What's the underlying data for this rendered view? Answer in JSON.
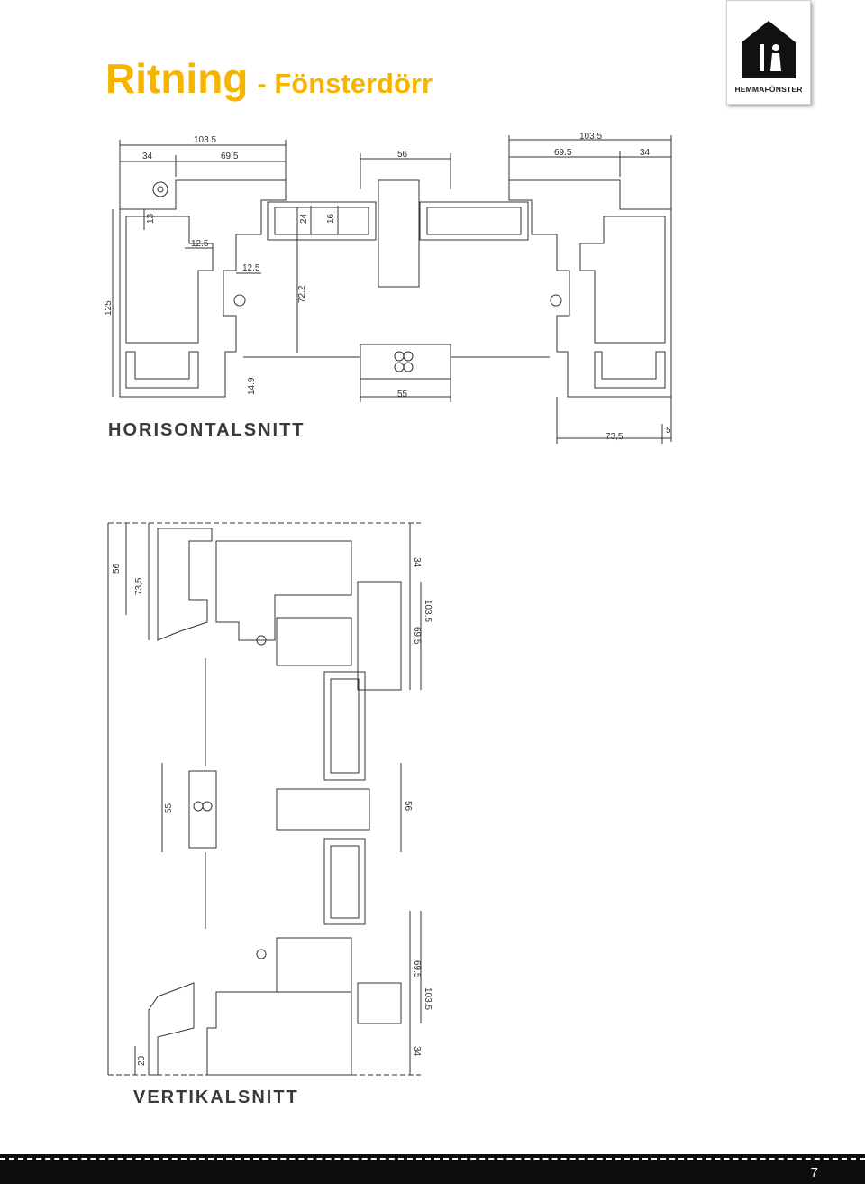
{
  "header": {
    "title_main": "Ritning",
    "title_sub": "- Fönsterdörr",
    "brand": "HEMMAFÖNSTER"
  },
  "horizontal_section": {
    "label": "HORISONTALSNITT",
    "dimensions": {
      "left_total": "103.5",
      "left_a": "34",
      "left_b": "69.5",
      "center_top": "56",
      "right_total": "103.5",
      "right_a": "69.5",
      "right_b": "34",
      "d13": "13",
      "d24": "24",
      "d16": "16",
      "d12_5_a": "12.5",
      "d12_5_b": "12.5",
      "d125": "125",
      "d72_2": "72.2",
      "d14_9": "14.9",
      "d55": "55",
      "d73_5": "73,5",
      "d5": "5"
    }
  },
  "vertical_section": {
    "label": "VERTIKALSNITT",
    "dimensions": {
      "d56_top": "56",
      "d73_5": "73,5",
      "d34_top": "34",
      "d103_5_top": "103.5",
      "d69_5_top": "69.5",
      "d55": "55",
      "d56_mid": "56",
      "d69_5_bot": "69.5",
      "d103_5_bot": "103.5",
      "d34_bot": "34",
      "d20": "20"
    }
  },
  "footer": {
    "page_number": "7"
  },
  "colors": {
    "accent": "#f4b400",
    "footer_bg": "#0d0d0d",
    "line": "#333333"
  }
}
